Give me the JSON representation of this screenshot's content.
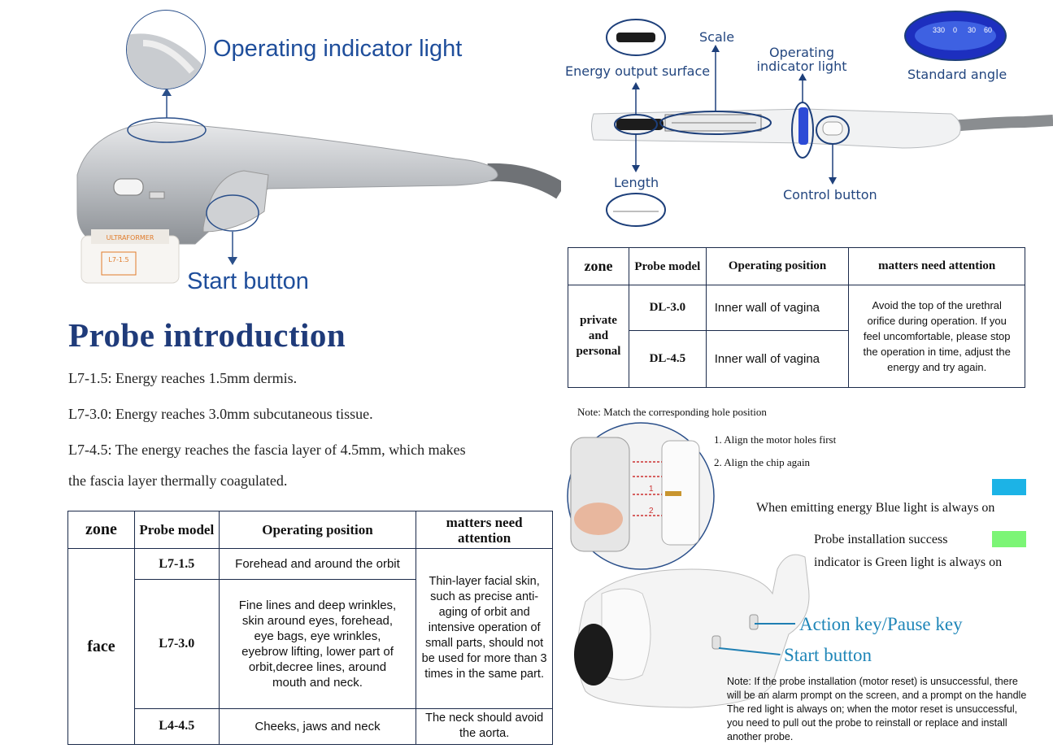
{
  "top_left": {
    "indicator_label": "Operating indicator light",
    "start_label": "Start button",
    "brand_text": "ULTRAFORMER",
    "cartridge_text": "L7-1.5"
  },
  "top_right": {
    "scale_label": "Scale",
    "energy_surface_label": "Energy output surface",
    "indicator_label": "Operating indicator light",
    "standard_angle_label": "Standard angle",
    "length_label": "Length",
    "control_label": "Control button"
  },
  "intro": {
    "title": "Probe introduction",
    "lines": [
      "L7-1.5: Energy reaches 1.5mm dermis.",
      "L7-3.0: Energy reaches 3.0mm subcutaneous tissue.",
      "L7-4.5: The energy reaches the fascia layer of 4.5mm, which makes",
      "the fascia layer thermally coagulated."
    ]
  },
  "table_face": {
    "headers": [
      "zone",
      "Probe model",
      "Operating position",
      "matters need attention"
    ],
    "zone": "face",
    "rows": [
      {
        "model": "L7-1.5",
        "position": "Forehead and around the orbit"
      },
      {
        "model": "L7-3.0",
        "position": "Fine lines and deep wrinkles, skin around eyes, forehead, eye bags, eye wrinkles, eyebrow lifting, lower part of orbit,decree lines, around mouth and neck."
      },
      {
        "model": "L4-4.5",
        "position": "Cheeks, jaws and neck",
        "attention": "The neck should avoid the aorta."
      }
    ],
    "shared_attention": "Thin-layer facial skin, such as precise anti-aging of orbit and intensive operation of small parts, should not be used for more than 3 times in the same part."
  },
  "table_private": {
    "headers": [
      "zone",
      "Probe model",
      "Operating position",
      "matters need attention"
    ],
    "zone": "private and personal",
    "rows": [
      {
        "model": "DL-3.0",
        "position": "Inner wall of vagina"
      },
      {
        "model": "DL-4.5",
        "position": "Inner wall of vagina"
      }
    ],
    "attention": "Avoid the top of the urethral orifice during operation. If you feel uncomfortable, please stop the operation in time, adjust the energy and try again."
  },
  "install": {
    "note_top": "Note: Match the corresponding hole position",
    "step1": "1. Align the motor holes first",
    "step2": "2. Align the chip again",
    "blue_text": "When emitting energy Blue light is always on",
    "green_text_1": "Probe installation success",
    "green_text_2": "indicator is Green light is always on",
    "action_key": "Action key/Pause key",
    "start_button": "Start button",
    "note_bottom": "Note: If the probe installation (motor reset) is unsuccessful, there will be an alarm prompt on the screen, and a prompt on the handle The red light is always on; when the motor reset is unsuccessful, you need to pull out the probe to reinstall or replace and install another probe.",
    "blue_color": "#1cb3e6",
    "green_color": "#7cf576",
    "marker_1": "1",
    "marker_2": "2"
  },
  "angle_ticks": [
    "330",
    "0",
    "30",
    "60"
  ]
}
